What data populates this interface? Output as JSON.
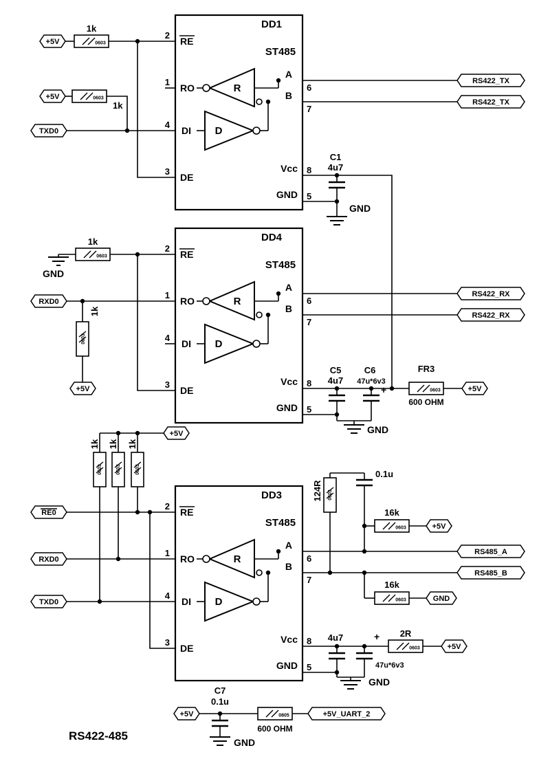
{
  "title": "RS422-485",
  "ic": {
    "part": "ST485",
    "receiver": "R",
    "driver": "D",
    "pins": {
      "re": {
        "num": "2",
        "name": "RE"
      },
      "ro": {
        "num": "1",
        "name": "RO"
      },
      "di": {
        "num": "4",
        "name": "DI"
      },
      "de": {
        "num": "3",
        "name": "DE"
      },
      "a": {
        "num": "6",
        "name": "A"
      },
      "b": {
        "num": "7",
        "name": "B"
      },
      "vcc": {
        "num": "8",
        "name": "Vcc"
      },
      "gnd": {
        "num": "5",
        "name": "GND"
      }
    }
  },
  "chips": {
    "dd1": "DD1",
    "dd4": "DD4",
    "dd3": "DD3"
  },
  "nets": {
    "p5v": "+5V",
    "gnd": "GND",
    "txd0": "TXD0",
    "rxd0": "RXD0",
    "re0": "RE0",
    "rs422_tx": "RS422_TX",
    "rs422_rx": "RS422_RX",
    "rs485_a": "RS485_A",
    "rs485_b": "RS485_B",
    "p5v_uart2": "+5V_UART_2"
  },
  "resistors": {
    "pkg0603": "0603",
    "pkg0805": "0805",
    "dd1_re_pullup": "1k",
    "dd1_di_pullup": "1k",
    "dd4_re_pulldown": "1k",
    "dd4_ro_pullup": "1k",
    "dd3_pullup1": "1k",
    "dd3_pullup2": "1k",
    "dd3_pullup3": "1k",
    "dd3_term": "124R",
    "dd3_a_pullup": "16k",
    "dd3_b_pulldown": "16k",
    "dd3_vcc_series": "2R",
    "fr3_ref": "FR3",
    "fr3_value": "600 OHM",
    "filter_value": "600 OHM"
  },
  "capacitors": {
    "c1_ref": "C1",
    "c1_value": "4u7",
    "c5_ref": "C5",
    "c5_value": "4u7",
    "c6_ref": "C6",
    "c6_value": "47u*6v3",
    "dd3_cap1": "4u7",
    "dd3_cap2": "47u*6v3",
    "dd3_term_cap": "0.1u",
    "c7_ref": "C7",
    "c7_value": "0.1u",
    "plus": "+"
  }
}
